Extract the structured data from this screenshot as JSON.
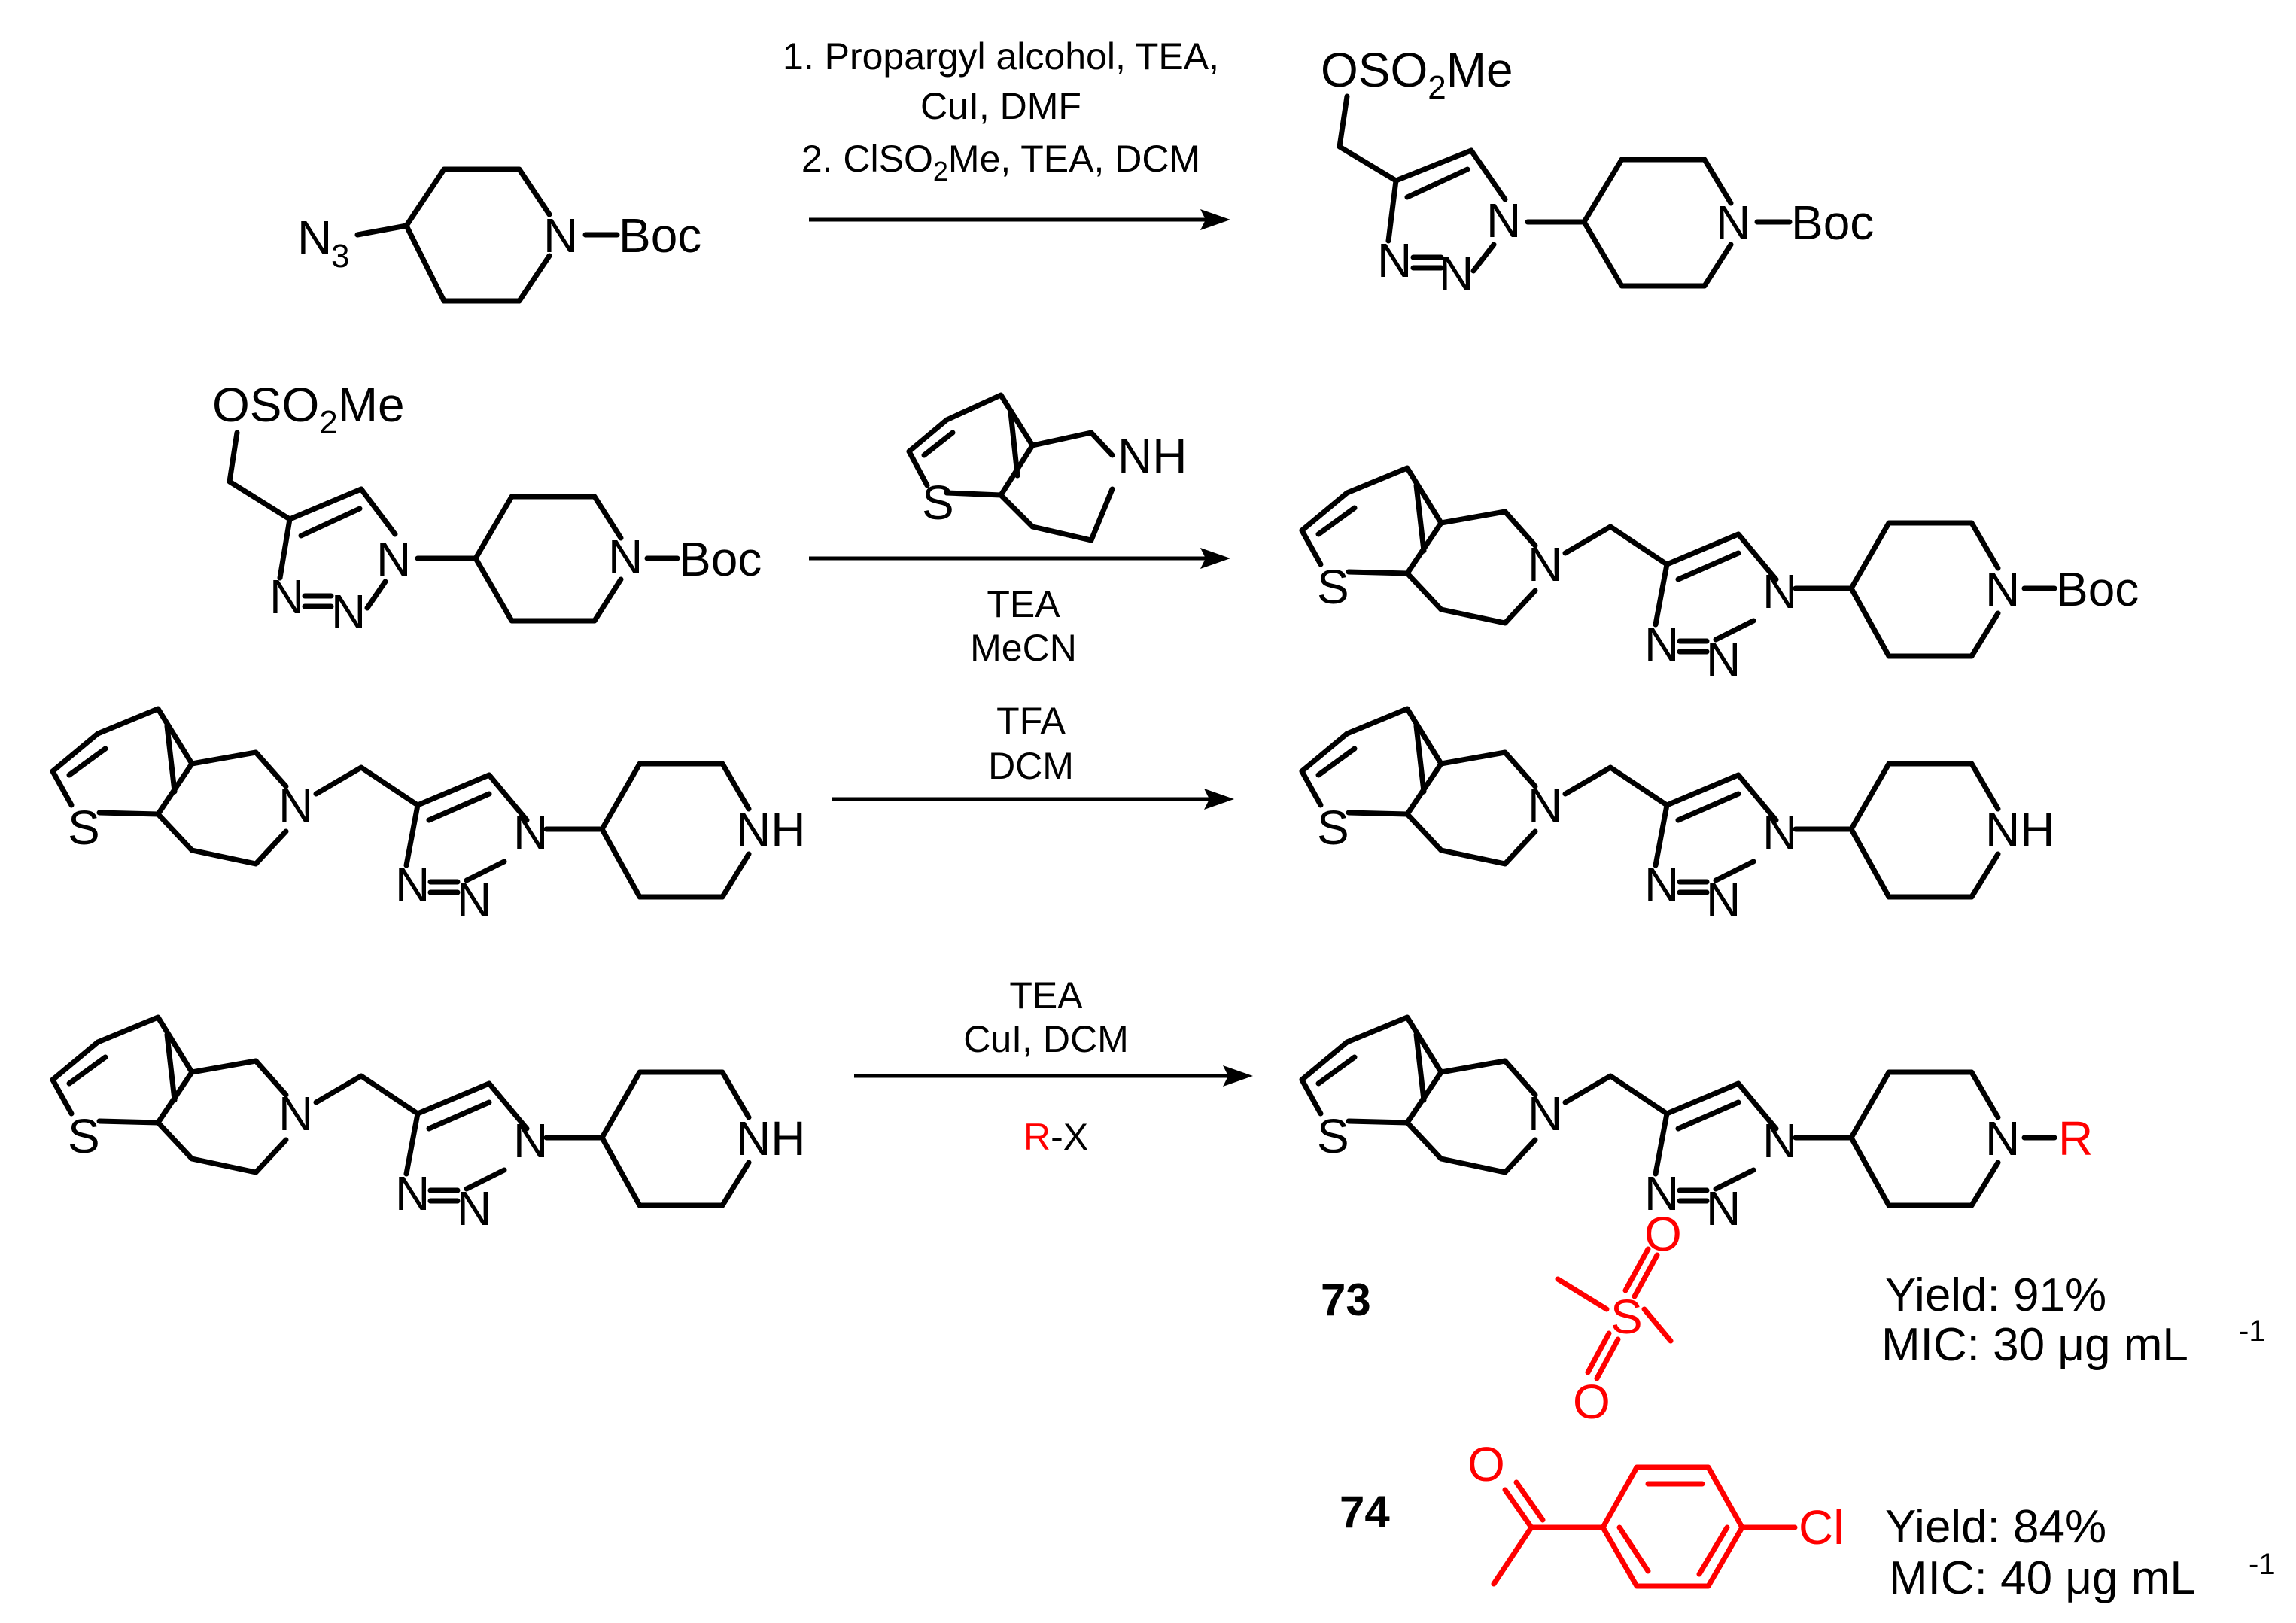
{
  "colors": {
    "ink": "#000000",
    "highlight": "#ff0000"
  },
  "atoms": {
    "n3": "N",
    "n3_sub": "3",
    "n": "N",
    "boc": "Boc",
    "nh": "NH",
    "s": "S",
    "oso2me_pre": "OSO",
    "oso2me_sub": "2",
    "oso2me_post": "Me",
    "r": "R",
    "o": "O",
    "cl": "Cl"
  },
  "reactions": [
    {
      "conditions_above": [
        "1. Propargyl alcohol, TEA,",
        "CuI, DMF"
      ],
      "cond2_pre": "2. ClSO",
      "cond2_sub": "2",
      "cond2_post": "Me, TEA, DCM"
    },
    {
      "conditions_above_reagent": "thiophene-fused tetrahydropyridine",
      "conditions_below": [
        "TEA",
        "MeCN"
      ]
    },
    {
      "conditions_above": [
        "TFA",
        "DCM"
      ]
    },
    {
      "conditions_above": [
        "TEA",
        "CuI, DCM"
      ],
      "reagent_r": "R",
      "reagent_x": "-X"
    }
  ],
  "compounds": [
    {
      "id": "73",
      "yield_text": "Yield: 91%",
      "mic_text": "MIC:   30 μg mL",
      "mic_sup": "-1"
    },
    {
      "id": "74",
      "yield_text": "Yield: 84%",
      "mic_text": "MIC:   40 μg mL",
      "mic_sup": "-1"
    }
  ]
}
